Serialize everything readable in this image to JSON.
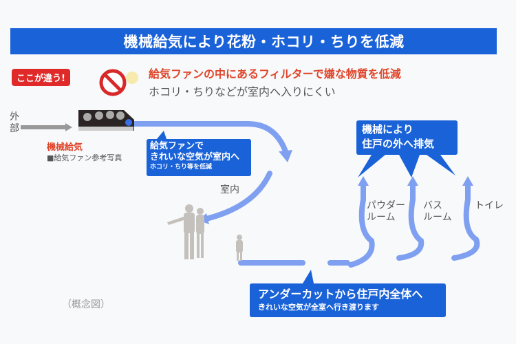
{
  "title": "機械給気により花粉・ホコリ・ちりを低減",
  "badge": "ここが違う!",
  "feature": {
    "headline": "給気ファンの中にあるフィルターで嫌な物質を低減",
    "subline": "ホコリ・ちりなどが室内へ入りにくい"
  },
  "supply": {
    "outside_label_1": "外",
    "outside_label_2": "部",
    "unit_label": "機械給気",
    "photo_caption": "■給気ファン参考写真"
  },
  "callouts": {
    "supply_fan": {
      "line1": "給気ファンで",
      "line2": "きれいな空気が室内へ",
      "line3": "ホコリ・ちり等を低減"
    },
    "exhaust": {
      "line1": "機械により",
      "line2": "住戸の外へ排気"
    },
    "undercut": {
      "line1": "アンダーカットから住戸内全体へ",
      "line2": "きれいな空気が全室へ行き渡ります"
    }
  },
  "room_label": "室内",
  "rooms": [
    {
      "line1": "パウダー",
      "line2": "ルーム"
    },
    {
      "line1": "バス",
      "line2": "ルーム"
    },
    {
      "line1": "トイレ",
      "line2": ""
    }
  ],
  "footnote": "（概念図）",
  "colors": {
    "primary_blue": "#1a62d8",
    "arrow_blue": "#7f9ff0",
    "accent_red": "#e0452a",
    "badge_red": "#e02a2a"
  }
}
